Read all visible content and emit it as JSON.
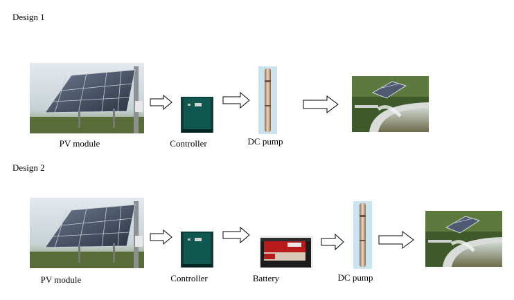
{
  "designs": [
    {
      "title": "Design 1",
      "labels": [
        "PV module",
        "Controller",
        "DC pump"
      ]
    },
    {
      "title": "Design 2",
      "labels": [
        "PV module",
        "Controller",
        "Battery",
        "DC pump"
      ]
    }
  ],
  "colors": {
    "panel": "#3c4657",
    "controller": "#0a4a44",
    "pump": "#c9a183",
    "battery": "#cc2020",
    "sky": "#d8e3ea"
  }
}
